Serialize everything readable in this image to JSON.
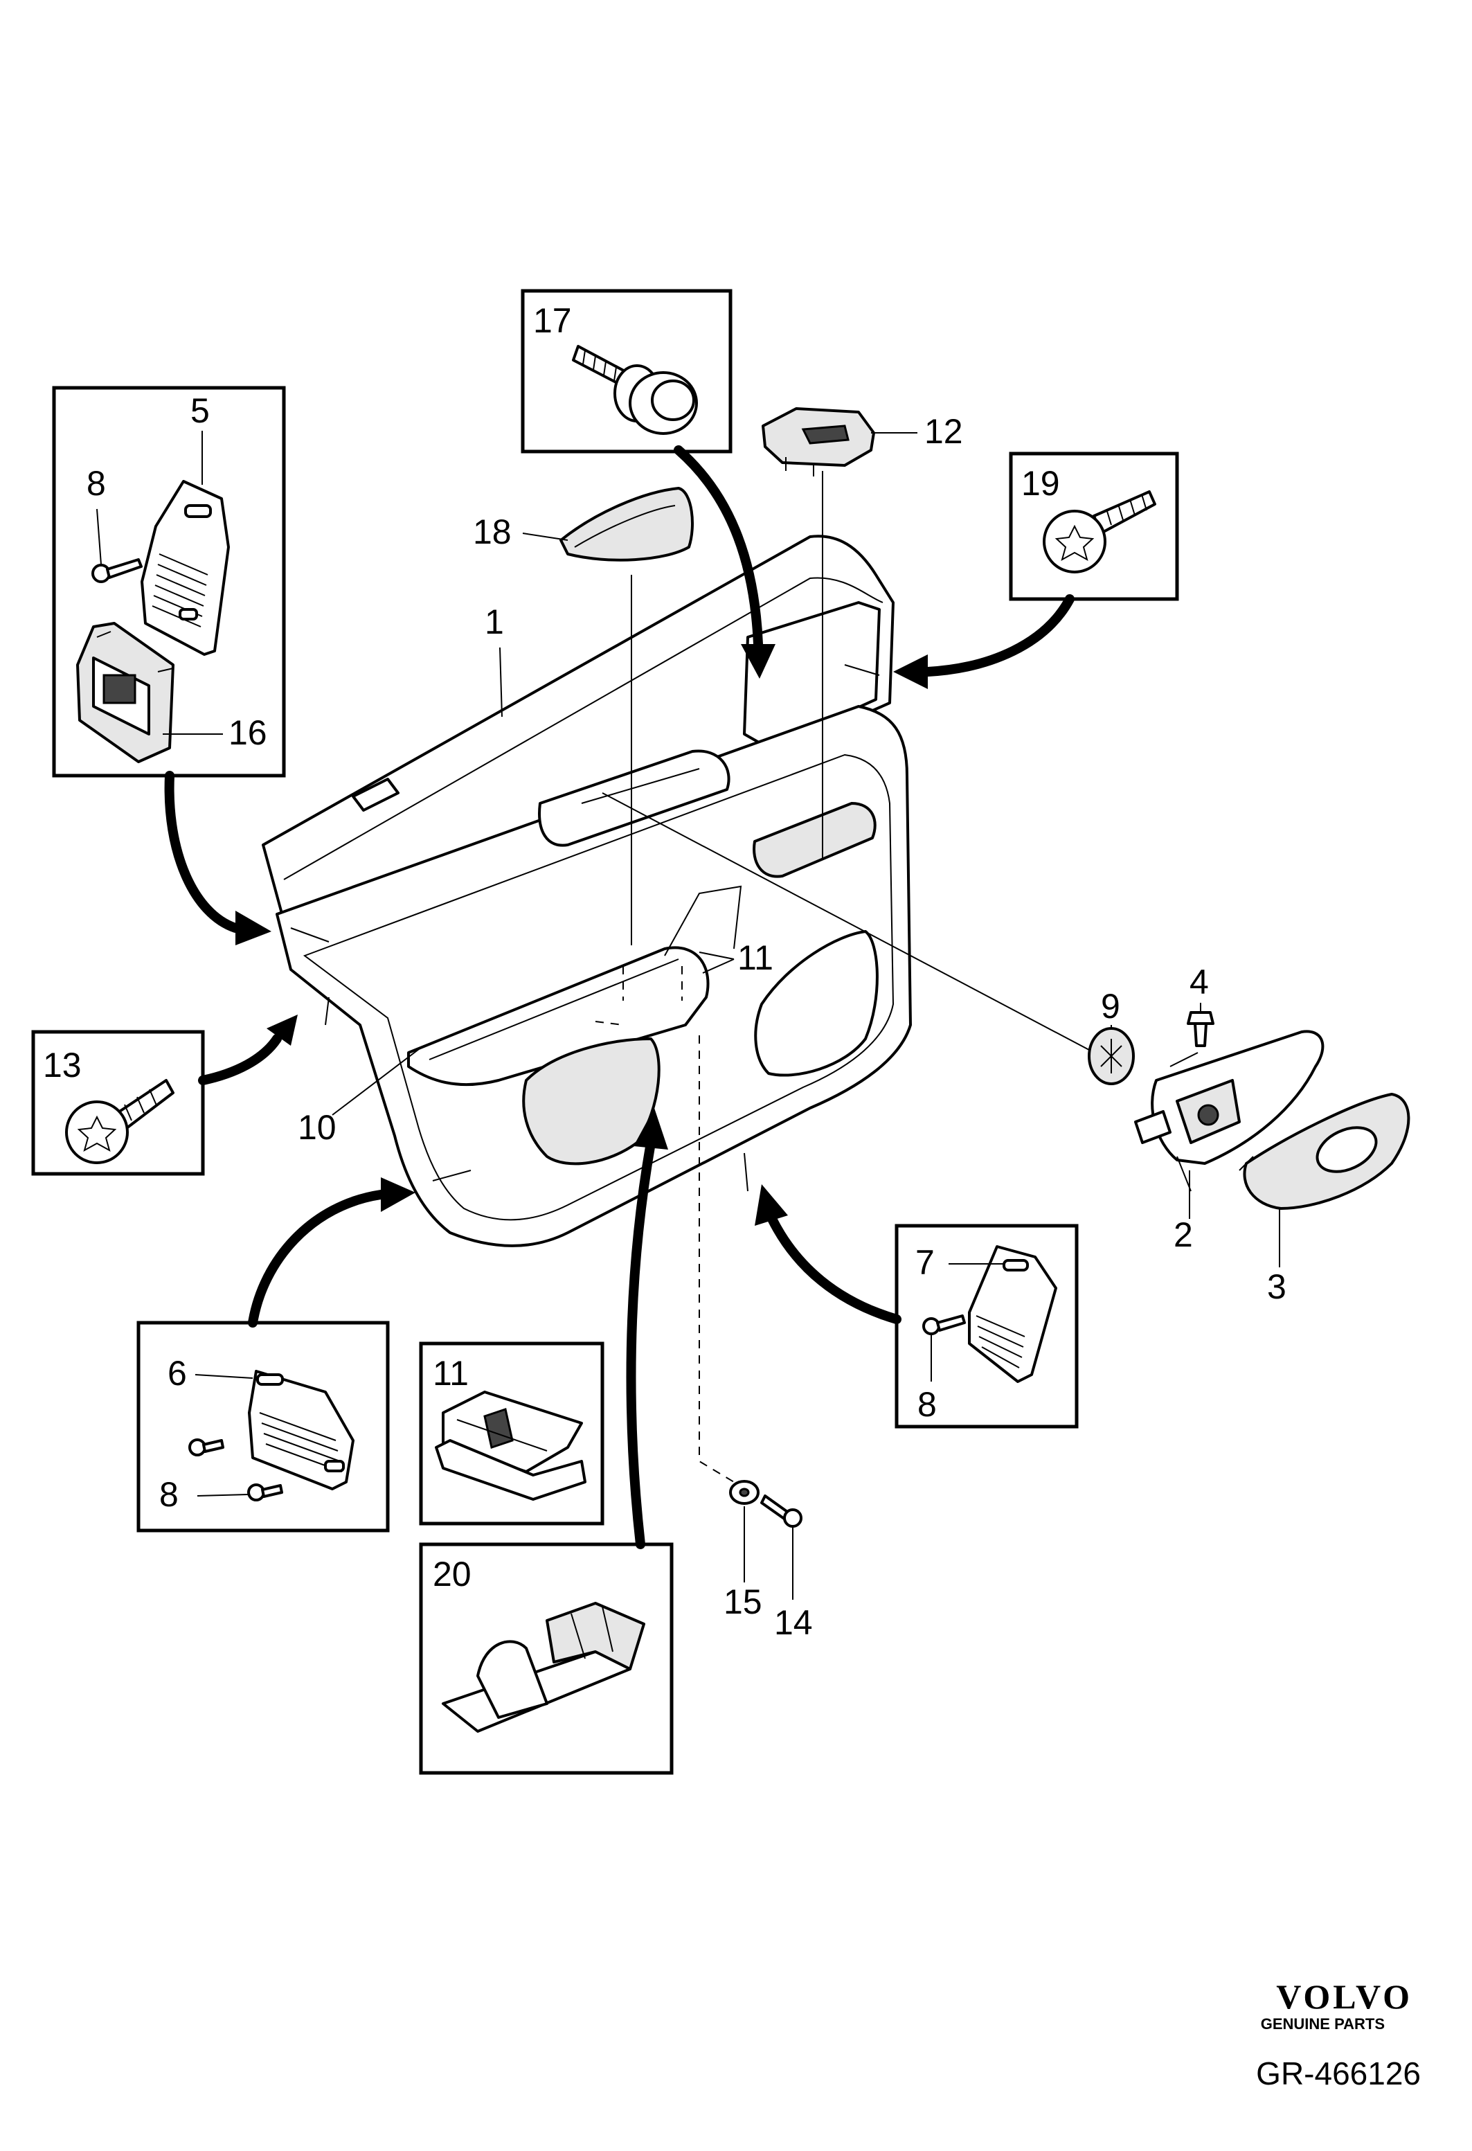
{
  "callouts": {
    "c1": "1",
    "c2": "2",
    "c3": "3",
    "c4": "4",
    "c5": "5",
    "c6": "6",
    "c7": "7",
    "c8a": "8",
    "c8b": "8",
    "c8c": "8",
    "c9": "9",
    "c10": "10",
    "c11a": "11",
    "c11b": "11",
    "c12": "12",
    "c13": "13",
    "c14": "14",
    "c15": "15",
    "c16": "16",
    "c17": "17",
    "c18": "18",
    "c19": "19",
    "c20": "20"
  },
  "brand": {
    "name": "VOLVO",
    "tagline": "GENUINE PARTS"
  },
  "reference": "GR-466126"
}
